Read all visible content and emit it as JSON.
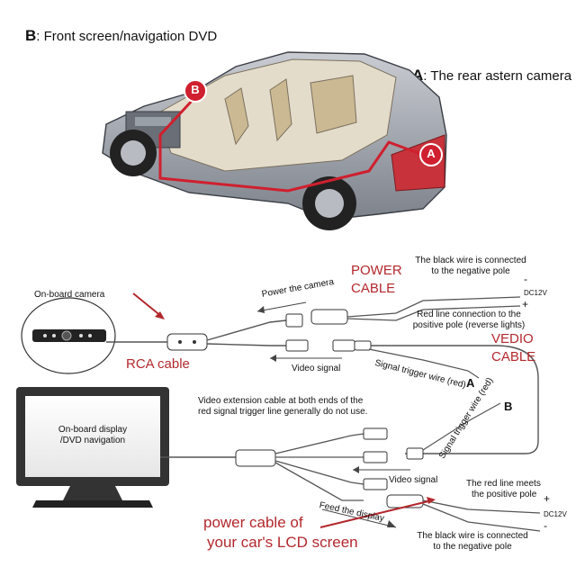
{
  "header": {
    "label_b_letter": "B",
    "label_b_text": ": Front screen/navigation DVD",
    "label_a_letter": "A",
    "label_a_text": ": The rear astern camera"
  },
  "car": {
    "badge_b": "B",
    "badge_a": "A"
  },
  "wiring": {
    "onboard_camera": "On-board camera",
    "rca_cable": "RCA cable",
    "power_the_camera": "Power the camera",
    "power_cable_1": "POWER",
    "power_cable_2": "CABLE",
    "black_wire_top_1": "The black wire is connected",
    "black_wire_top_2": "to the negative pole",
    "minus_top": "-",
    "dc12v_top": "DC12V",
    "plus_top": "+",
    "red_line_1": "Red line connection to the",
    "red_line_2": "positive pole (reverse lights)",
    "vedio_1": "VEDIO",
    "vedio_2": "CABLE",
    "video_signal_top": "Video signal",
    "trigger_red": "Signal trigger wire (red)",
    "point_a": "A",
    "trigger_red_2": "Signal trigger wire (red)",
    "point_b": "B",
    "ext_note_1": "Video extension cable at both ends of the",
    "ext_note_2": "red signal trigger line generally do not use.",
    "display_1": "On-board display",
    "display_2": "/DVD navigation",
    "video_signal_bottom": "Video signal",
    "red_meets_1": "The red line meets",
    "red_meets_2": "the positive pole",
    "plus_bottom": "+",
    "dc12v_bottom": "DC12V",
    "minus_bottom": "-",
    "feed_display": "Feed the display",
    "lcd_power_1": "power cable of",
    "lcd_power_2": "your car's LCD screen",
    "black_wire_bottom_1": "The black wire is connected",
    "black_wire_bottom_2": "to the negative pole"
  }
}
